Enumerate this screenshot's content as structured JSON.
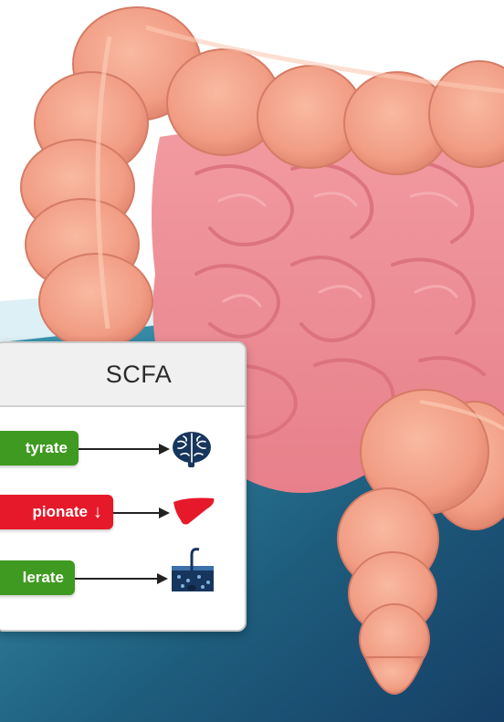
{
  "card": {
    "title": "SCFA",
    "rows": [
      {
        "label": "tyrate",
        "color": "#3f9a21",
        "indicator": "",
        "target_icon": "brain-icon"
      },
      {
        "label": "pionate",
        "color": "#e5192a",
        "indicator": "↓",
        "target_icon": "liver-icon"
      },
      {
        "label": "lerate",
        "color": "#3f9a21",
        "indicator": "",
        "target_icon": "skin-icon"
      }
    ]
  },
  "colors": {
    "background_top": "#ffffff",
    "background_bottom": "#1b5777",
    "intestine": "#f2a088",
    "small_intestine": "#ef8f93",
    "accent_green": "#3f9a21",
    "accent_red": "#e5192a",
    "icon_navy": "#17365d"
  }
}
